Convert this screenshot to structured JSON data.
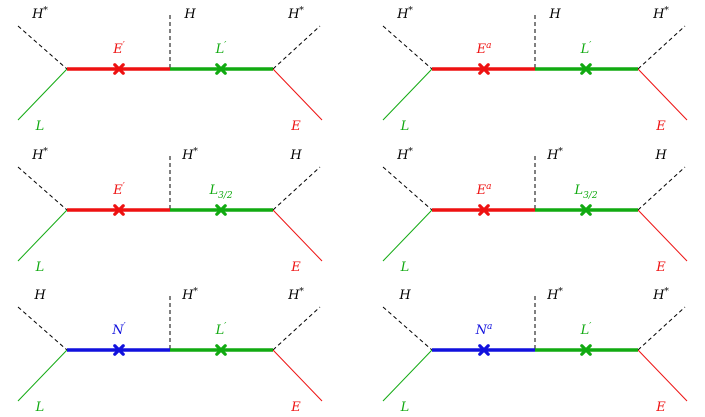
{
  "colors": {
    "black": "#000000",
    "red": "#ee1111",
    "green": "#11aa11",
    "blue": "#1111dd"
  },
  "diagrams": [
    {
      "top_left": {
        "base": "H",
        "sup": "*",
        "sub": "",
        "color": "black"
      },
      "top_mid": {
        "base": "H",
        "sup": "",
        "sub": "",
        "color": "black"
      },
      "top_right": {
        "base": "H",
        "sup": "*",
        "sub": "",
        "color": "black"
      },
      "prop1": {
        "base": "E",
        "sup": "′",
        "sub": "",
        "color": "red"
      },
      "prop2": {
        "base": "L",
        "sup": "′",
        "sub": "",
        "color": "green"
      },
      "bot_left": {
        "base": "L",
        "sup": "",
        "sub": "",
        "color": "green"
      },
      "bot_right": {
        "base": "E",
        "sup": "",
        "sub": "",
        "color": "red"
      },
      "line1_color": "red",
      "line2_color": "green"
    },
    {
      "top_left": {
        "base": "H",
        "sup": "*",
        "sub": "",
        "color": "black"
      },
      "top_mid": {
        "base": "H",
        "sup": "",
        "sub": "",
        "color": "black"
      },
      "top_right": {
        "base": "H",
        "sup": "*",
        "sub": "",
        "color": "black"
      },
      "prop1": {
        "base": "E",
        "sup": "a",
        "sub": "",
        "color": "red"
      },
      "prop2": {
        "base": "L",
        "sup": "′",
        "sub": "",
        "color": "green"
      },
      "bot_left": {
        "base": "L",
        "sup": "",
        "sub": "",
        "color": "green"
      },
      "bot_right": {
        "base": "E",
        "sup": "",
        "sub": "",
        "color": "red"
      },
      "line1_color": "red",
      "line2_color": "green"
    },
    {
      "top_left": {
        "base": "H",
        "sup": "*",
        "sub": "",
        "color": "black"
      },
      "top_mid": {
        "base": "H",
        "sup": "*",
        "sub": "",
        "color": "black"
      },
      "top_right": {
        "base": "H",
        "sup": "",
        "sub": "",
        "color": "black"
      },
      "prop1": {
        "base": "E",
        "sup": "′",
        "sub": "",
        "color": "red"
      },
      "prop2": {
        "base": "L",
        "sup": "",
        "sub": "3/2",
        "color": "green"
      },
      "bot_left": {
        "base": "L",
        "sup": "",
        "sub": "",
        "color": "green"
      },
      "bot_right": {
        "base": "E",
        "sup": "",
        "sub": "",
        "color": "red"
      },
      "line1_color": "red",
      "line2_color": "green"
    },
    {
      "top_left": {
        "base": "H",
        "sup": "*",
        "sub": "",
        "color": "black"
      },
      "top_mid": {
        "base": "H",
        "sup": "*",
        "sub": "",
        "color": "black"
      },
      "top_right": {
        "base": "H",
        "sup": "",
        "sub": "",
        "color": "black"
      },
      "prop1": {
        "base": "E",
        "sup": "a",
        "sub": "",
        "color": "red"
      },
      "prop2": {
        "base": "L",
        "sup": "",
        "sub": "3/2",
        "color": "green"
      },
      "bot_left": {
        "base": "L",
        "sup": "",
        "sub": "",
        "color": "green"
      },
      "bot_right": {
        "base": "E",
        "sup": "",
        "sub": "",
        "color": "red"
      },
      "line1_color": "red",
      "line2_color": "green"
    },
    {
      "top_left": {
        "base": "H",
        "sup": "",
        "sub": "",
        "color": "black"
      },
      "top_mid": {
        "base": "H",
        "sup": "*",
        "sub": "",
        "color": "black"
      },
      "top_right": {
        "base": "H",
        "sup": "*",
        "sub": "",
        "color": "black"
      },
      "prop1": {
        "base": "N",
        "sup": "′",
        "sub": "",
        "color": "blue"
      },
      "prop2": {
        "base": "L",
        "sup": "′",
        "sub": "",
        "color": "green"
      },
      "bot_left": {
        "base": "L",
        "sup": "",
        "sub": "",
        "color": "green"
      },
      "bot_right": {
        "base": "E",
        "sup": "",
        "sub": "",
        "color": "red"
      },
      "line1_color": "blue",
      "line2_color": "green"
    },
    {
      "top_left": {
        "base": "H",
        "sup": "",
        "sub": "",
        "color": "black"
      },
      "top_mid": {
        "base": "H",
        "sup": "*",
        "sub": "",
        "color": "black"
      },
      "top_right": {
        "base": "H",
        "sup": "*",
        "sub": "",
        "color": "black"
      },
      "prop1": {
        "base": "N",
        "sup": "a",
        "sub": "",
        "color": "blue"
      },
      "prop2": {
        "base": "L",
        "sup": "′",
        "sub": "",
        "color": "green"
      },
      "bot_left": {
        "base": "L",
        "sup": "",
        "sub": "",
        "color": "green"
      },
      "bot_right": {
        "base": "E",
        "sup": "",
        "sub": "",
        "color": "red"
      },
      "line1_color": "blue",
      "line2_color": "green"
    }
  ]
}
